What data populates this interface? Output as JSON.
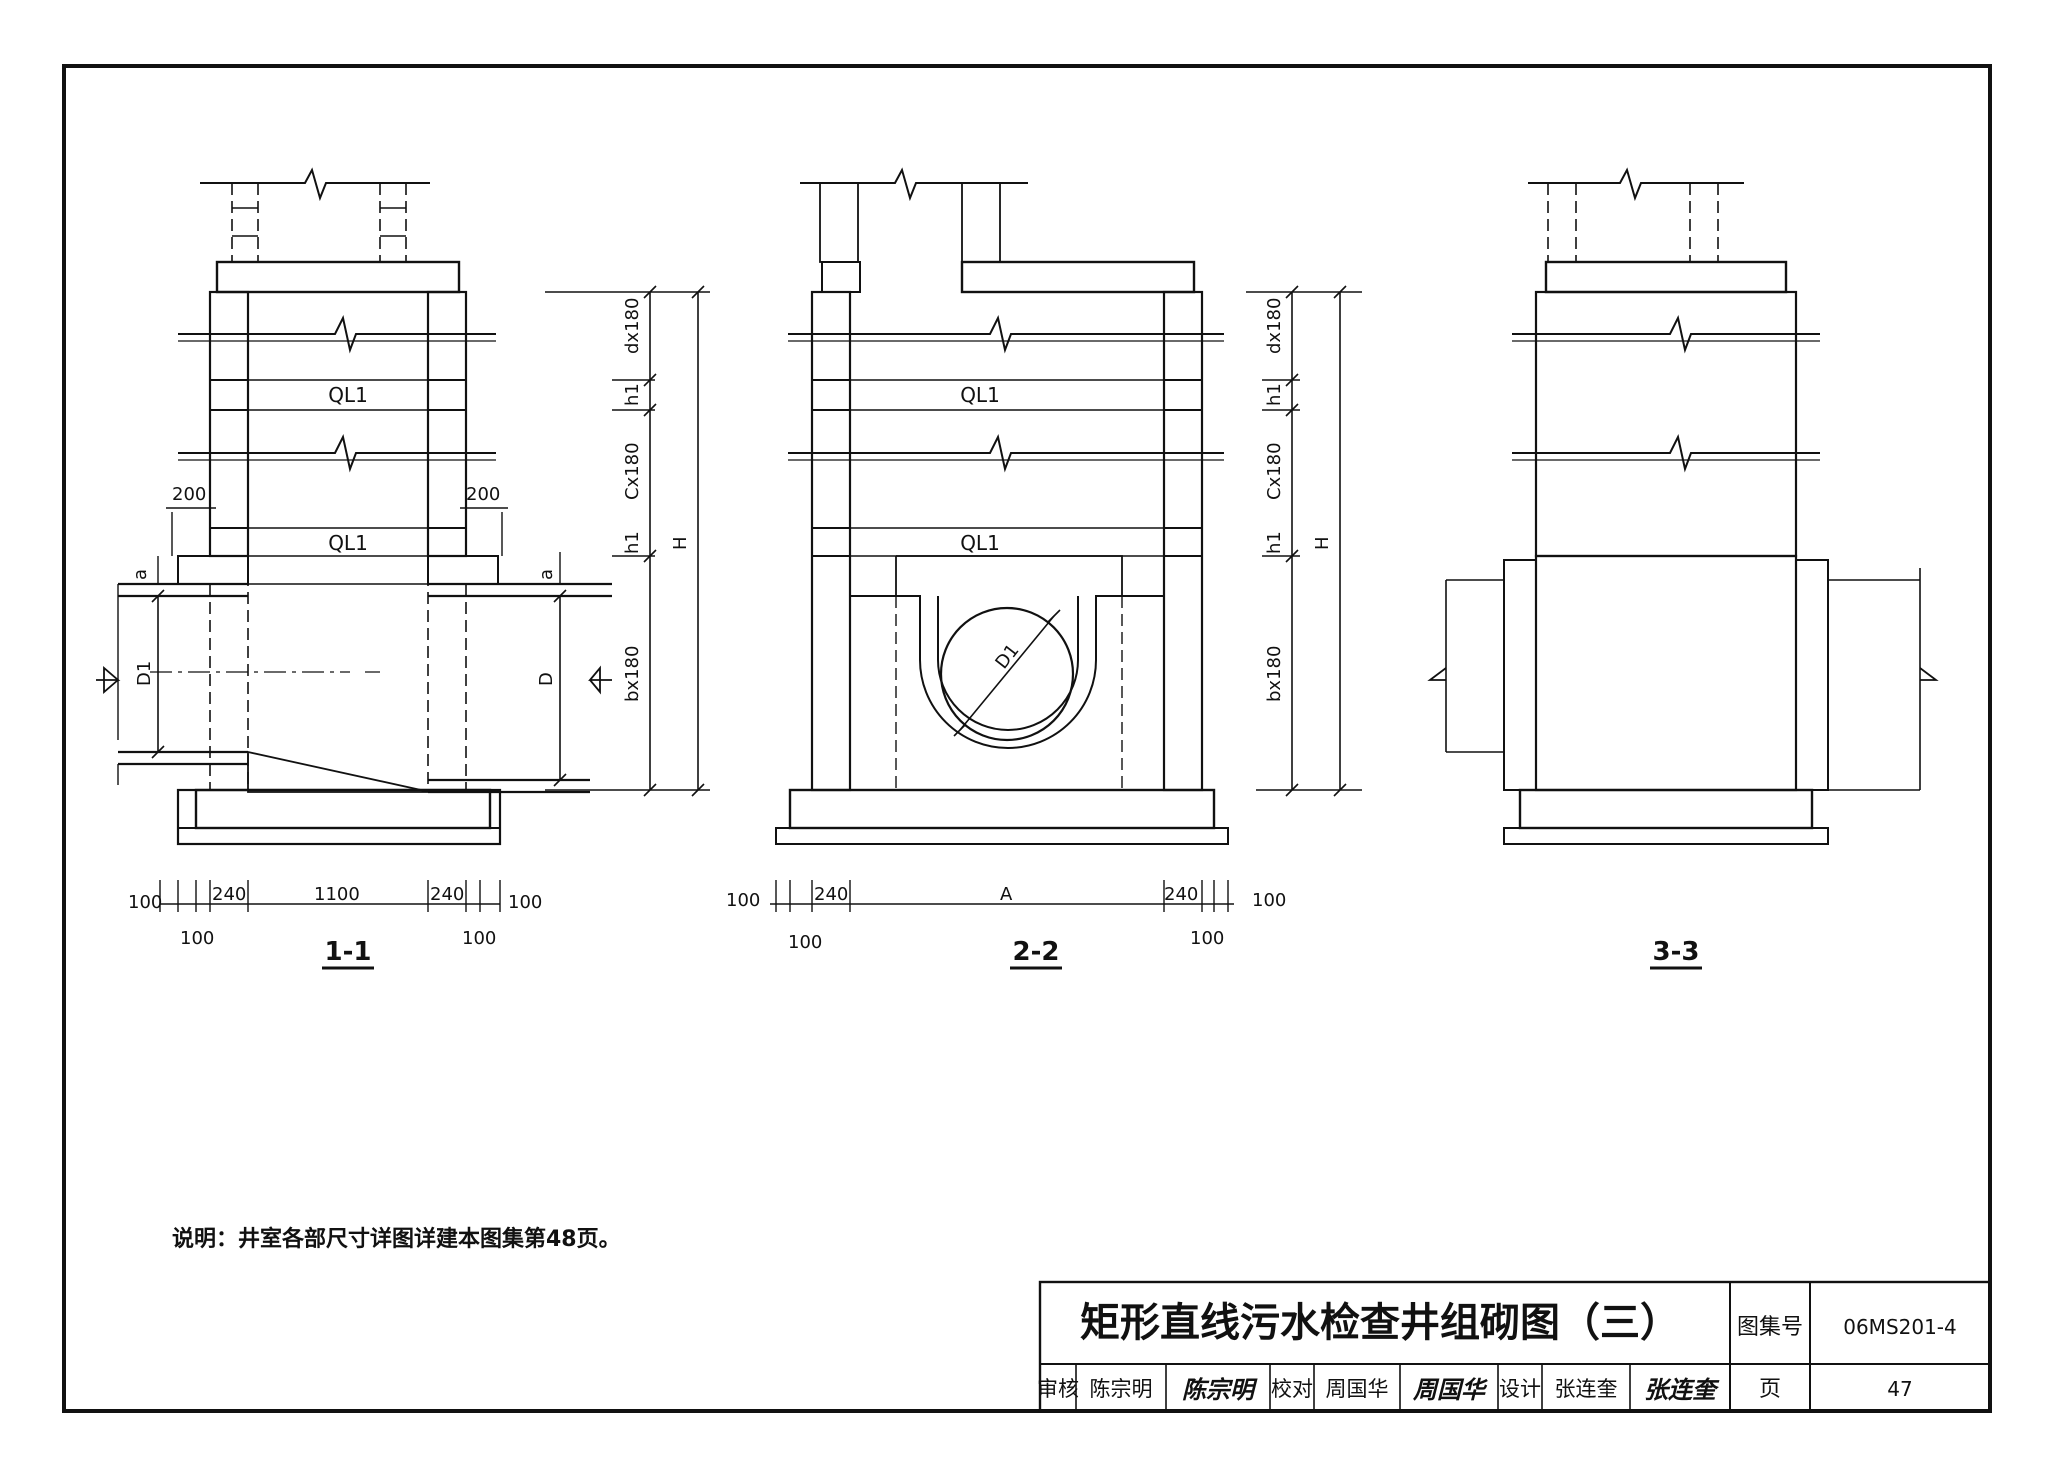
{
  "sections": [
    {
      "label": "1-1"
    },
    {
      "label": "2-2"
    },
    {
      "label": "3-3"
    }
  ],
  "labels": {
    "beam": "QL1",
    "d_rows": "dx180",
    "h1": "h1",
    "c_rows": "Cx180",
    "b_rows": "bx180",
    "H": "H",
    "a": "a",
    "D1": "D1",
    "D": "D",
    "A": "A",
    "d200": "200"
  },
  "dims": {
    "s1": {
      "outer": "100",
      "wall": "240",
      "inner": "1100",
      "sub": "100"
    },
    "s2": {
      "outer": "100",
      "wall": "240",
      "sub": "100"
    }
  },
  "note": "说明：井室各部尺寸详图详建本图集第48页。",
  "title_block": {
    "title": "矩形直线污水检查井组砌图（三）",
    "atlas_label": "图集号",
    "atlas_no": "06MS201-4",
    "page_label": "页",
    "page_no": "47",
    "review_label": "审核",
    "reviewer": "陈宗明",
    "reviewer_sign": "陈宗明",
    "check_label": "校对",
    "checker": "周国华",
    "checker_sign": "周国华",
    "design_label": "设计",
    "designer": "张连奎",
    "designer_sign": "张连奎"
  }
}
